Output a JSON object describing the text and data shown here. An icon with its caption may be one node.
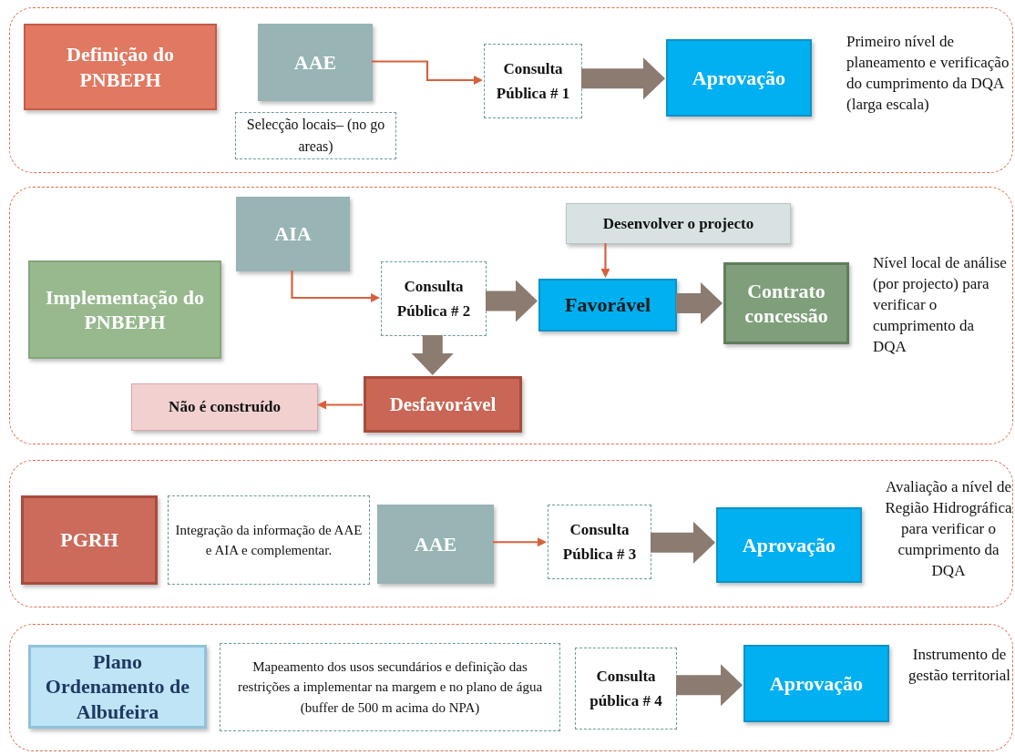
{
  "diagram": {
    "nodes": [
      {
        "text": [
          "Primeiro nível de planeamento e verificação do cumprimento da DQA (larga escala)"
        ]
      },
      {
        "text": [
          "Definição do PNBEPH"
        ],
        "in": 0
      },
      {
        "text": [
          "AAE"
        ],
        "in": 0
      },
      {
        "text": [
          "Selecção locais– (no go areas)"
        ],
        "in": 0
      },
      {
        "text": [
          "Consulta Pública # 1"
        ],
        "in": 0
      },
      {
        "text": [
          "Aprovação"
        ],
        "in": 0
      },
      {
        "text": [
          "Nível local de análise (por projecto) para verificar o cumprimento da DQA"
        ]
      },
      {
        "text": [
          "Implementação do PNBEPH"
        ],
        "in": 6
      },
      {
        "text": [
          "AIA"
        ],
        "in": 6
      },
      {
        "text": [
          "Consulta Pública # 2"
        ],
        "in": 6
      },
      {
        "text": [
          "Desenvolver o projecto"
        ],
        "in": 6
      },
      {
        "text": [
          "Favorável"
        ],
        "in": 6
      },
      {
        "text": [
          "Contrato concessão"
        ],
        "in": 6
      },
      {
        "text": [
          "Não é construído"
        ],
        "in": 6
      },
      {
        "text": [
          "Desfavorável"
        ],
        "in": 6
      },
      {
        "text": [
          "Avaliação a nível de Região Hidrográfica para verificar o cumprimento da DQA"
        ]
      },
      {
        "text": [
          "PGRH"
        ],
        "in": 15
      },
      {
        "text": [
          "Integração da informação de AAE e AIA e complementar."
        ],
        "in": 15
      },
      {
        "text": [
          "AAE"
        ],
        "in": 15
      },
      {
        "text": [
          "Consulta Pública # 3"
        ],
        "in": 15
      },
      {
        "text": [
          "Aprovação"
        ],
        "in": 15
      },
      {
        "text": [
          "Instrumento de gestão territorial"
        ]
      },
      {
        "text": [
          "Plano Ordenamento de Albufeira"
        ],
        "in": 21
      },
      {
        "text": [
          "Mapeamento dos usos secundários e definição das restrições a implementar na margem e no plano de água (buffer de 500 m acima do NPA)"
        ],
        "in": 21
      },
      {
        "text": [
          "Consulta pública # 4"
        ],
        "in": 21
      },
      {
        "text": [
          "Aprovação"
        ],
        "in": 21
      }
    ],
    "edges": [
      {
        "from": 2,
        "to": 4,
        "arrow": "to",
        "color": "#d9603b"
      },
      {
        "from": 4,
        "to": 5,
        "arrow": "to"
      },
      {
        "from": 8,
        "to": 9,
        "arrow": "to",
        "color": "#d9603b"
      },
      {
        "from": 9,
        "to": 11,
        "arrow": "to"
      },
      {
        "from": 10,
        "to": 11,
        "arrow": "to",
        "color": "#d9603b"
      },
      {
        "from": 11,
        "to": 12,
        "arrow": "to"
      },
      {
        "from": 9,
        "to": 14,
        "arrow": "to"
      },
      {
        "from": 14,
        "to": 13,
        "arrow": "to",
        "color": "#d9603b"
      },
      {
        "from": 18,
        "to": 19,
        "arrow": "to",
        "color": "#d9603b"
      },
      {
        "from": 19,
        "to": 20,
        "arrow": "to"
      },
      {
        "from": 24,
        "to": 25,
        "arrow": "to"
      }
    ]
  }
}
